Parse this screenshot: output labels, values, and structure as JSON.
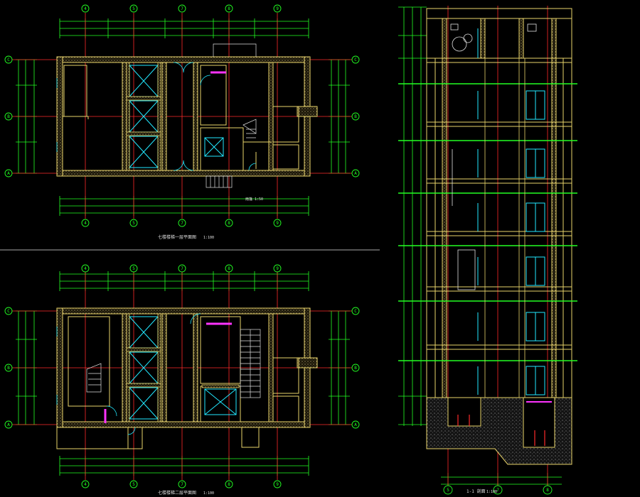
{
  "drawing": {
    "background": "#000000",
    "colors": {
      "grid": "#ff2a2a",
      "wall": "#e8d36a",
      "dim": "#22ff22",
      "hatch": "#b0a070",
      "cyan": "#22e8ff",
      "magenta": "#ff33ff",
      "white": "#e0e0e0"
    }
  },
  "plans": {
    "axis_letters": [
      "C",
      "B",
      "A"
    ],
    "axis_numbers": [
      "4",
      "5",
      "7",
      "8",
      "9"
    ],
    "plan_1": {
      "title": "七楼楼梯一层平面图",
      "scale": "1:100",
      "note": "雨篷 1:50"
    },
    "plan_2": {
      "title": "七楼楼梯二层平面图",
      "scale": "1:100"
    }
  },
  "section": {
    "title": "1-1 剖面",
    "scale": "1:100",
    "bottom_axes": [
      "5",
      "7",
      "8"
    ]
  }
}
